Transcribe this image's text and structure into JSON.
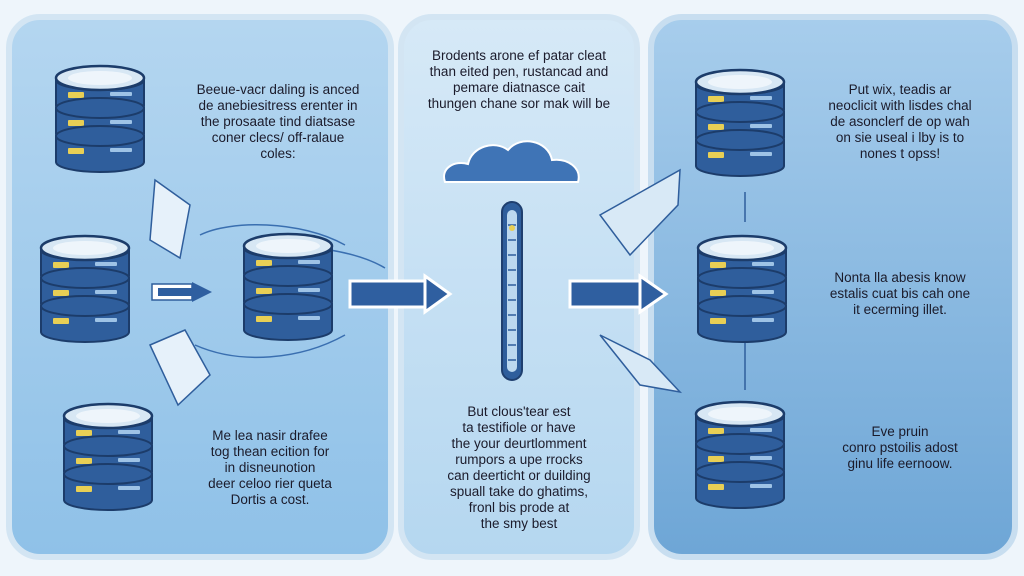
{
  "left_panel": {
    "text_top": [
      "Beeue-vacr daling is anced",
      "de anebiesitress erenter in",
      "the prosaate tind diatsase",
      "coner clecs/ off-ralaue",
      "coles:"
    ],
    "text_bottom": [
      "Me lea nasir drafee",
      "tog thean ecition for",
      "in disneunotion",
      "deer celoo rier queta",
      "Dortis a cost."
    ]
  },
  "center_panel": {
    "text_top": [
      "Brodents arone ef patar cleat",
      "than eited pen, rustancad and",
      "pemare diatnasce cait",
      "thungen chane sor mak will be"
    ],
    "text_bottom": [
      "But clous'tear est",
      "ta testifiole or have",
      "the your deurtlomment",
      "rumpors a upe rrocks",
      "can deerticht or duilding",
      "spuall take do ghatims,",
      "fronl bis prode at",
      "the smy best"
    ]
  },
  "right_panel": {
    "text_top": [
      "Put wix, teadis ar",
      "neoclicit with lisdes chal",
      "de asonclerf de op wah",
      "on sie useal i lby is to",
      "nones t opss!"
    ],
    "text_middle": [
      "Nonta lla abesis know",
      "estalis cuat bis cah one",
      "it ecerming illet."
    ],
    "text_bottom": [
      "Eve pruin",
      "conro pstoilis adost",
      "ginu life eernoow."
    ]
  },
  "colors": {
    "db_body": "#2f5e9c",
    "db_top": "#d7e7f4",
    "db_slot": "#e8cf55",
    "arrow": "#2f5fa0",
    "cloud": "#3f74b6"
  },
  "icons": [
    "database-icon",
    "cloud-icon",
    "arrow-right-icon",
    "progress-tube-icon"
  ]
}
